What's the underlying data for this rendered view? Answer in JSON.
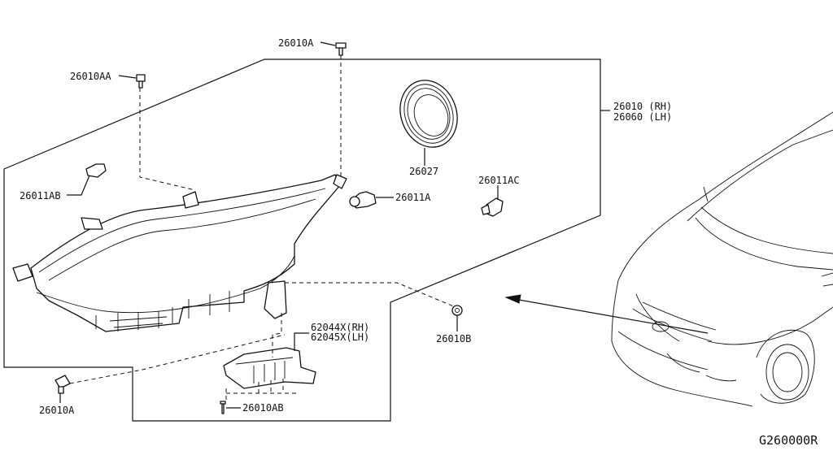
{
  "diagram": {
    "code": "G260000R",
    "labels": {
      "p26010A_top": "26010A",
      "p26010AA": "26010AA",
      "p26010_rh": "26010 (RH)",
      "p26060_lh": "26060 (LH)",
      "p26027": "26027",
      "p26011AC": "26011AC",
      "p26011AB": "26011AB",
      "p26011A": "26011A",
      "p62044X_rh": "62044X(RH)",
      "p62045X_lh": "62045X(LH)",
      "p26010B": "26010B",
      "p26010A_bottom": "26010A",
      "p26010AB": "26010AB"
    }
  }
}
